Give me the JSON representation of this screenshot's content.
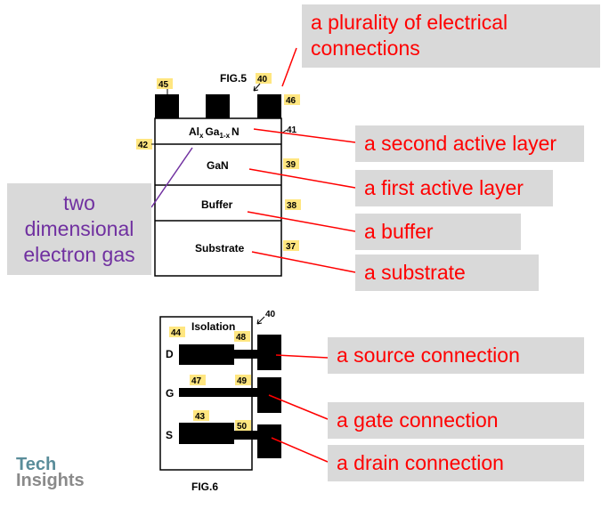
{
  "fig5": {
    "title": "FIG.5",
    "refs": {
      "contacts": "45",
      "device": "40",
      "top_contact": "46",
      "algan": "41",
      "gas": "42",
      "gan": "39",
      "buffer": "38",
      "substrate": "37"
    },
    "layers": {
      "algan_al": "Al",
      "algan_x1": "x",
      "algan_ga": "Ga",
      "algan_sub2": "1-x",
      "algan_n": "N",
      "gan": "GaN",
      "buffer": "Buffer",
      "substrate": "Substrate"
    }
  },
  "fig6": {
    "title": "FIG.6",
    "isolation": "Isolation",
    "rows": {
      "d": "D",
      "g": "G",
      "s": "S"
    },
    "refs": {
      "device": "40",
      "drain_finger": "44",
      "gate_finger": "47",
      "source_finger": "43",
      "conn_48": "48",
      "conn_49": "49",
      "conn_50": "50"
    }
  },
  "callouts": {
    "electrical_connections": "a plurality of electrical connections",
    "second_active_layer": "a second active layer",
    "first_active_layer": "a first active layer",
    "buffer": "a buffer",
    "substrate": "a substrate",
    "electron_gas": "two dimensional electron gas",
    "source_connection": "a source connection",
    "gate_connection": "a gate connection",
    "drain_connection": "a drain connection"
  },
  "logo": {
    "line1": "Tech",
    "line2": "Insights"
  },
  "colors": {
    "callout_text": "#ff0000",
    "electron_gas_text": "#7030a0",
    "callout_bg": "#d9d9d9",
    "ref_highlight": "#ffe680",
    "logo_teal": "#5a8d9a",
    "logo_gray": "#8a8a8a"
  }
}
